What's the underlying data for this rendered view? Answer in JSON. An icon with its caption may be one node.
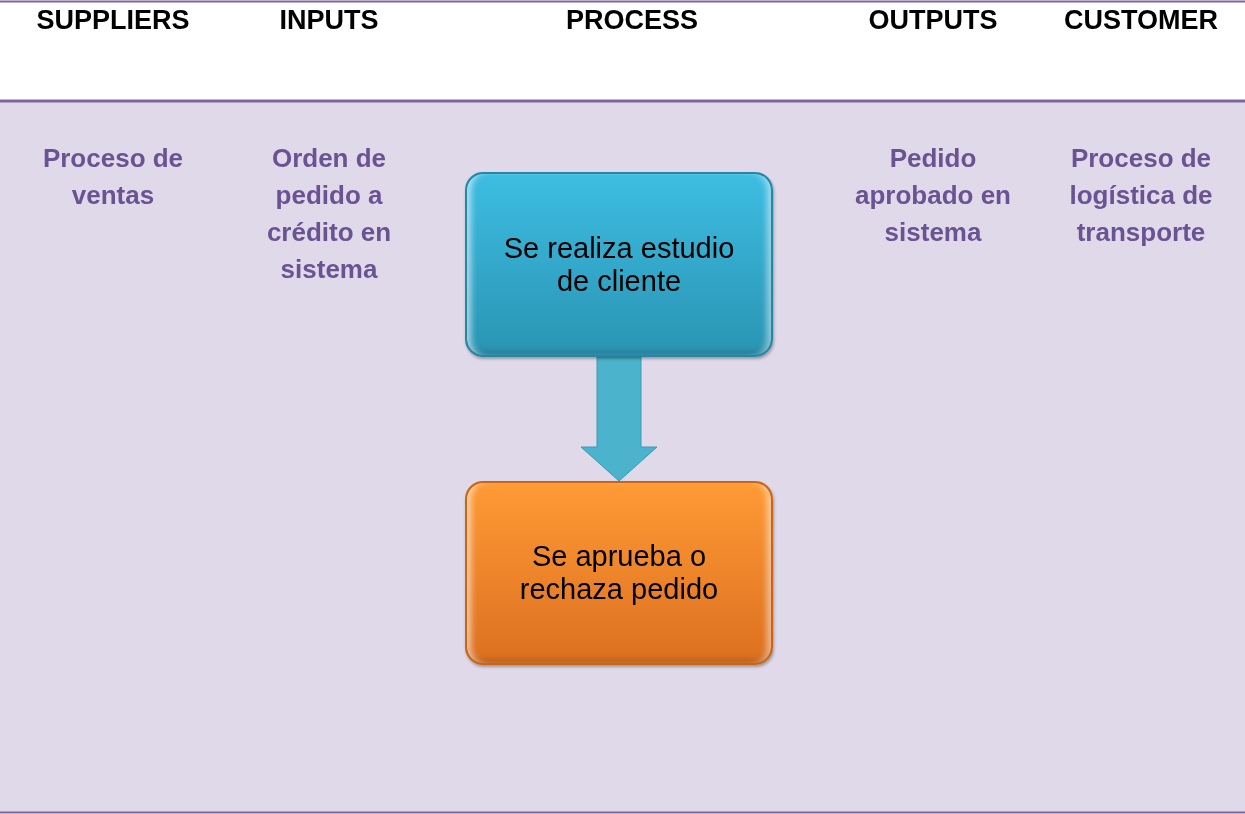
{
  "diagram": {
    "nodes": [
      {
        "text": [
          "Se realiza estudio de cliente"
        ]
      },
      {
        "text": [
          "Se aprueba o rechaza pedido"
        ]
      }
    ],
    "edges": [
      {
        "from": 0,
        "to": 1,
        "arrow": "to",
        "style": "thick"
      }
    ],
    "labels": [
      "SUPPLIERS",
      "INPUTS",
      "PROCESS",
      "OUTPUTS",
      "CUSTOMER",
      "Proceso de ventas",
      "Orden de pedido a crédito en sistema",
      "Pedido aprobado en sistema",
      "Proceso de logística de transporte"
    ]
  }
}
